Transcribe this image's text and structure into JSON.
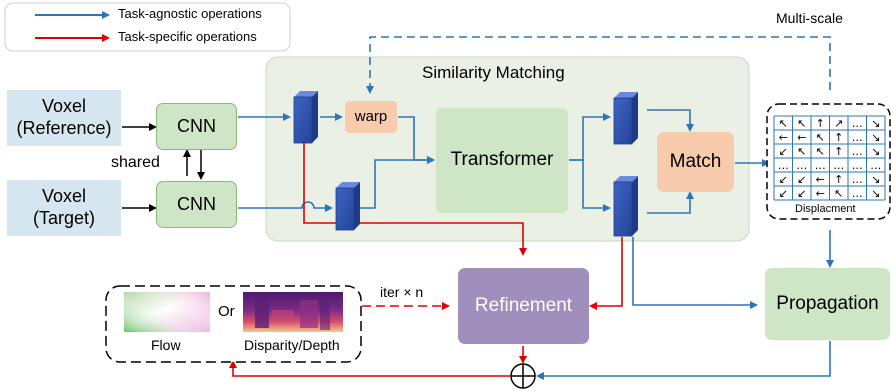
{
  "legend": {
    "task_agnostic": "Task-agnostic operations",
    "task_specific": "Task-specific operations"
  },
  "multi_scale": "Multi-scale",
  "similarity_matching": "Similarity Matching",
  "voxel_reference": [
    "Voxel",
    "(Reference)"
  ],
  "voxel_target": [
    "Voxel",
    "(Target)"
  ],
  "cnn_label": "CNN",
  "shared": "shared",
  "warp": "warp",
  "transformer": "Transformer",
  "match": "Match",
  "refinement": "Refinement",
  "propagation": "Propagation",
  "displacement_label": "Displacment",
  "iter_label": "iter × n",
  "output_or": "Or",
  "flow_label": "Flow",
  "disparity_label": "Disparity/Depth",
  "displacement_grid": [
    [
      "↖",
      "↖",
      "↑",
      "↗",
      "…",
      "↘"
    ],
    [
      "←",
      "←",
      "↖",
      "↑",
      "…",
      "↘"
    ],
    [
      "↙",
      "↖",
      "↖",
      "↑",
      "…",
      "↘"
    ],
    [
      "…",
      "…",
      "…",
      "…",
      "…",
      "…"
    ],
    [
      "↙",
      "↙",
      "←",
      "↑",
      "…",
      "↘"
    ],
    [
      "↙",
      "↙",
      "←",
      "↖",
      "…",
      "↘"
    ]
  ],
  "colors": {
    "agnostic": "#2e75b6",
    "specific": "#e00000",
    "voxel_fill": "#d6e6f0",
    "cnn_fill": "#cfe6c6",
    "warp_fill": "#f8cbad",
    "refinement_fill": "#a08fbc",
    "panel_fill": "#eaf1e4"
  }
}
